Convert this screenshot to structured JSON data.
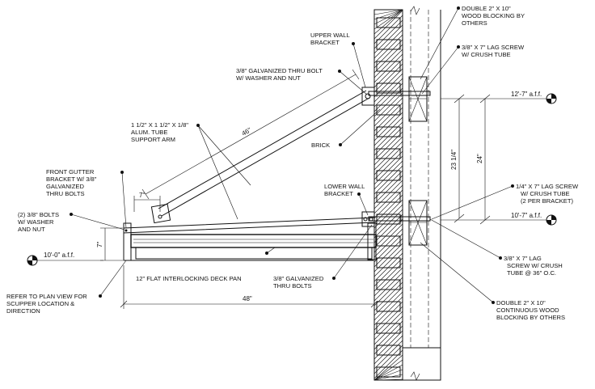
{
  "labels": {
    "upper_wall_bracket": [
      "UPPER WALL",
      "BRACKET"
    ],
    "thru_bolt_upper": [
      "3/8\" GALVANIZED THRU BOLT",
      "W/ WASHER AND NUT"
    ],
    "tube_arm": [
      "1 1/2\" X 1 1/2\" X 1/8\"",
      "ALUM. TUBE",
      "SUPPORT ARM"
    ],
    "brick": [
      "BRICK"
    ],
    "front_gutter": [
      "FRONT GUTTER",
      "BRACKET W/ 3/8\"",
      "GALVANIZED",
      "THRU BOLTS"
    ],
    "bolts_38": [
      "(2) 3/8\" BOLTS",
      "W/ WASHER",
      "AND NUT"
    ],
    "lower_wall_bracket": [
      "LOWER WALL",
      "BRACKET"
    ],
    "deck_pan": [
      "12\" FLAT INTERLOCKING DECK PAN"
    ],
    "thru_bolts_lower": [
      "3/8\" GALVANIZED",
      "THRU BOLTS"
    ],
    "refer_plan": [
      "REFER TO PLAN VIEW FOR",
      "SCUPPER LOCATION &",
      "DIRECTION"
    ],
    "double_blocking_top": [
      "DOUBLE 2\" X 10\"",
      "WOOD BLOCKING BY",
      "OTHERS"
    ],
    "lag_screw_top": [
      "3/8\" X 7\" LAG SCREW",
      "W/ CRUSH TUBE"
    ],
    "lag_screw_quarter": [
      "1/4\" X 7\" LAG SCREW",
      "W/ CRUSH TUBE",
      "(2 PER BRACKET)"
    ],
    "lag_screw_36": [
      "3/8\" X 7\" LAG",
      "SCREW W/ CRUSH",
      "TUBE @ 36\" O.C."
    ],
    "double_blocking_bottom": [
      "DOUBLE 2\" X 10\"",
      "CONTINUOUS WOOD",
      "BLOCKING BY OTHERS"
    ]
  },
  "dimensions": {
    "arm_length": "46\"",
    "offset_7_top": "7\"",
    "offset_7_side": "7\"",
    "height_23": "23 1/4\"",
    "height_24": "24\"",
    "width_48": "48\""
  },
  "elevations": {
    "upper": "12'-7\" a.f.f.",
    "lower": "10'-7\" a.f.f.",
    "left": "10'-0\" a.f.f."
  }
}
